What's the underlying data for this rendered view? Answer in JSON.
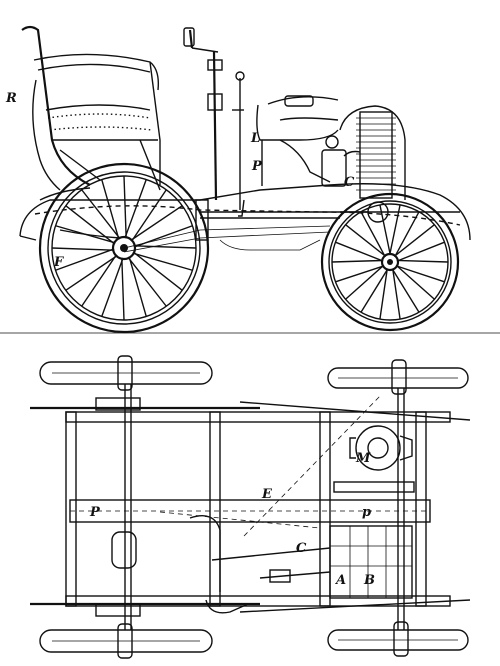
{
  "figure": {
    "side_view_labels": {
      "R": "R",
      "L": "L",
      "P": "P",
      "C": "C",
      "F": "F"
    },
    "plan_view_labels": {
      "M": "M",
      "E": "E",
      "P_upper": "P",
      "p_lower": "p",
      "C": "C",
      "A": "A",
      "B": "B"
    }
  }
}
